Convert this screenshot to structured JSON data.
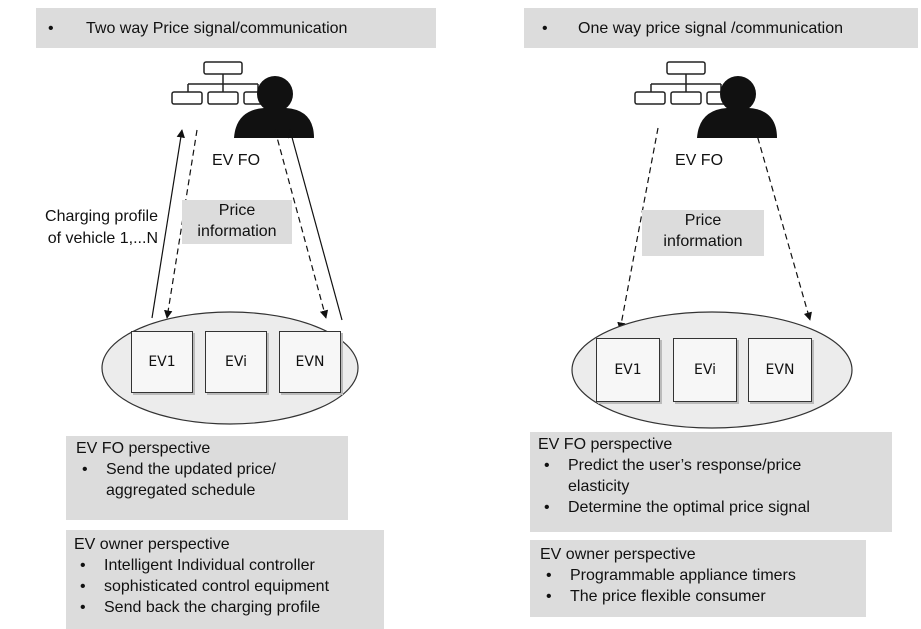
{
  "left_panel": {
    "header": "Two way Price signal/communication",
    "operator_label": "EV FO",
    "price_label_line1": "Price",
    "price_label_line2": "information",
    "profile_label_line1": "Charging profile",
    "profile_label_line2": "of vehicle 1,...N",
    "vehicles": [
      "EV1",
      "EVi",
      "EVN"
    ],
    "fo_perspective": {
      "title": "EV FO perspective",
      "items": [
        "Send the updated price/",
        "aggregated schedule"
      ]
    },
    "owner_perspective": {
      "title": "EV owner perspective",
      "items": [
        "Intelligent Individual controller",
        "sophisticated control equipment",
        "Send back the charging profile"
      ]
    }
  },
  "right_panel": {
    "header": "One way price signal /communication",
    "operator_label": "EV FO",
    "price_label_line1": "Price",
    "price_label_line2": "information",
    "vehicles": [
      "EV1",
      "EVi",
      "EVN"
    ],
    "fo_perspective": {
      "title": "EV FO perspective",
      "items": [
        "Predict the user’s response/price",
        "elasticity",
        "Determine the optimal price signal"
      ]
    },
    "owner_perspective": {
      "title": "EV owner perspective",
      "items": [
        "Programmable appliance timers",
        "The price flexible consumer"
      ]
    }
  },
  "bullet_glyph": "•",
  "colors": {
    "box_fill": "#dcdcdc",
    "ellipse_fill": "#ececec",
    "person_fill": "#111111"
  }
}
